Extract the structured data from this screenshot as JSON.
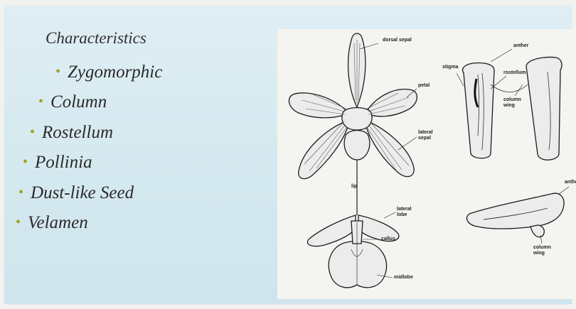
{
  "slide": {
    "title": "Characteristics",
    "bullets": [
      "Zygomorphic",
      "Column",
      "Rostellum",
      "Pollinia",
      "Dust-like Seed",
      "Velamen"
    ]
  },
  "figure": {
    "labels": {
      "dorsal_sepal": "dorsal sepal",
      "petal": "petal",
      "lateral_sepal": "lateral sepal",
      "lip": "lip",
      "lateral_lobe": "lateral lobe",
      "callus": "callus",
      "midlobe": "midlobe",
      "anther_top": "anther",
      "stigma": "stigma",
      "rostellum": "rostellum",
      "column_wing_top": "column wing",
      "anther_bottom": "anthe",
      "column_wing_bottom": "column wing"
    }
  },
  "colors": {
    "slide_bg": "#d8eaf1",
    "bullet_dot": "#a3a01e",
    "text": "#2a2a2a"
  }
}
